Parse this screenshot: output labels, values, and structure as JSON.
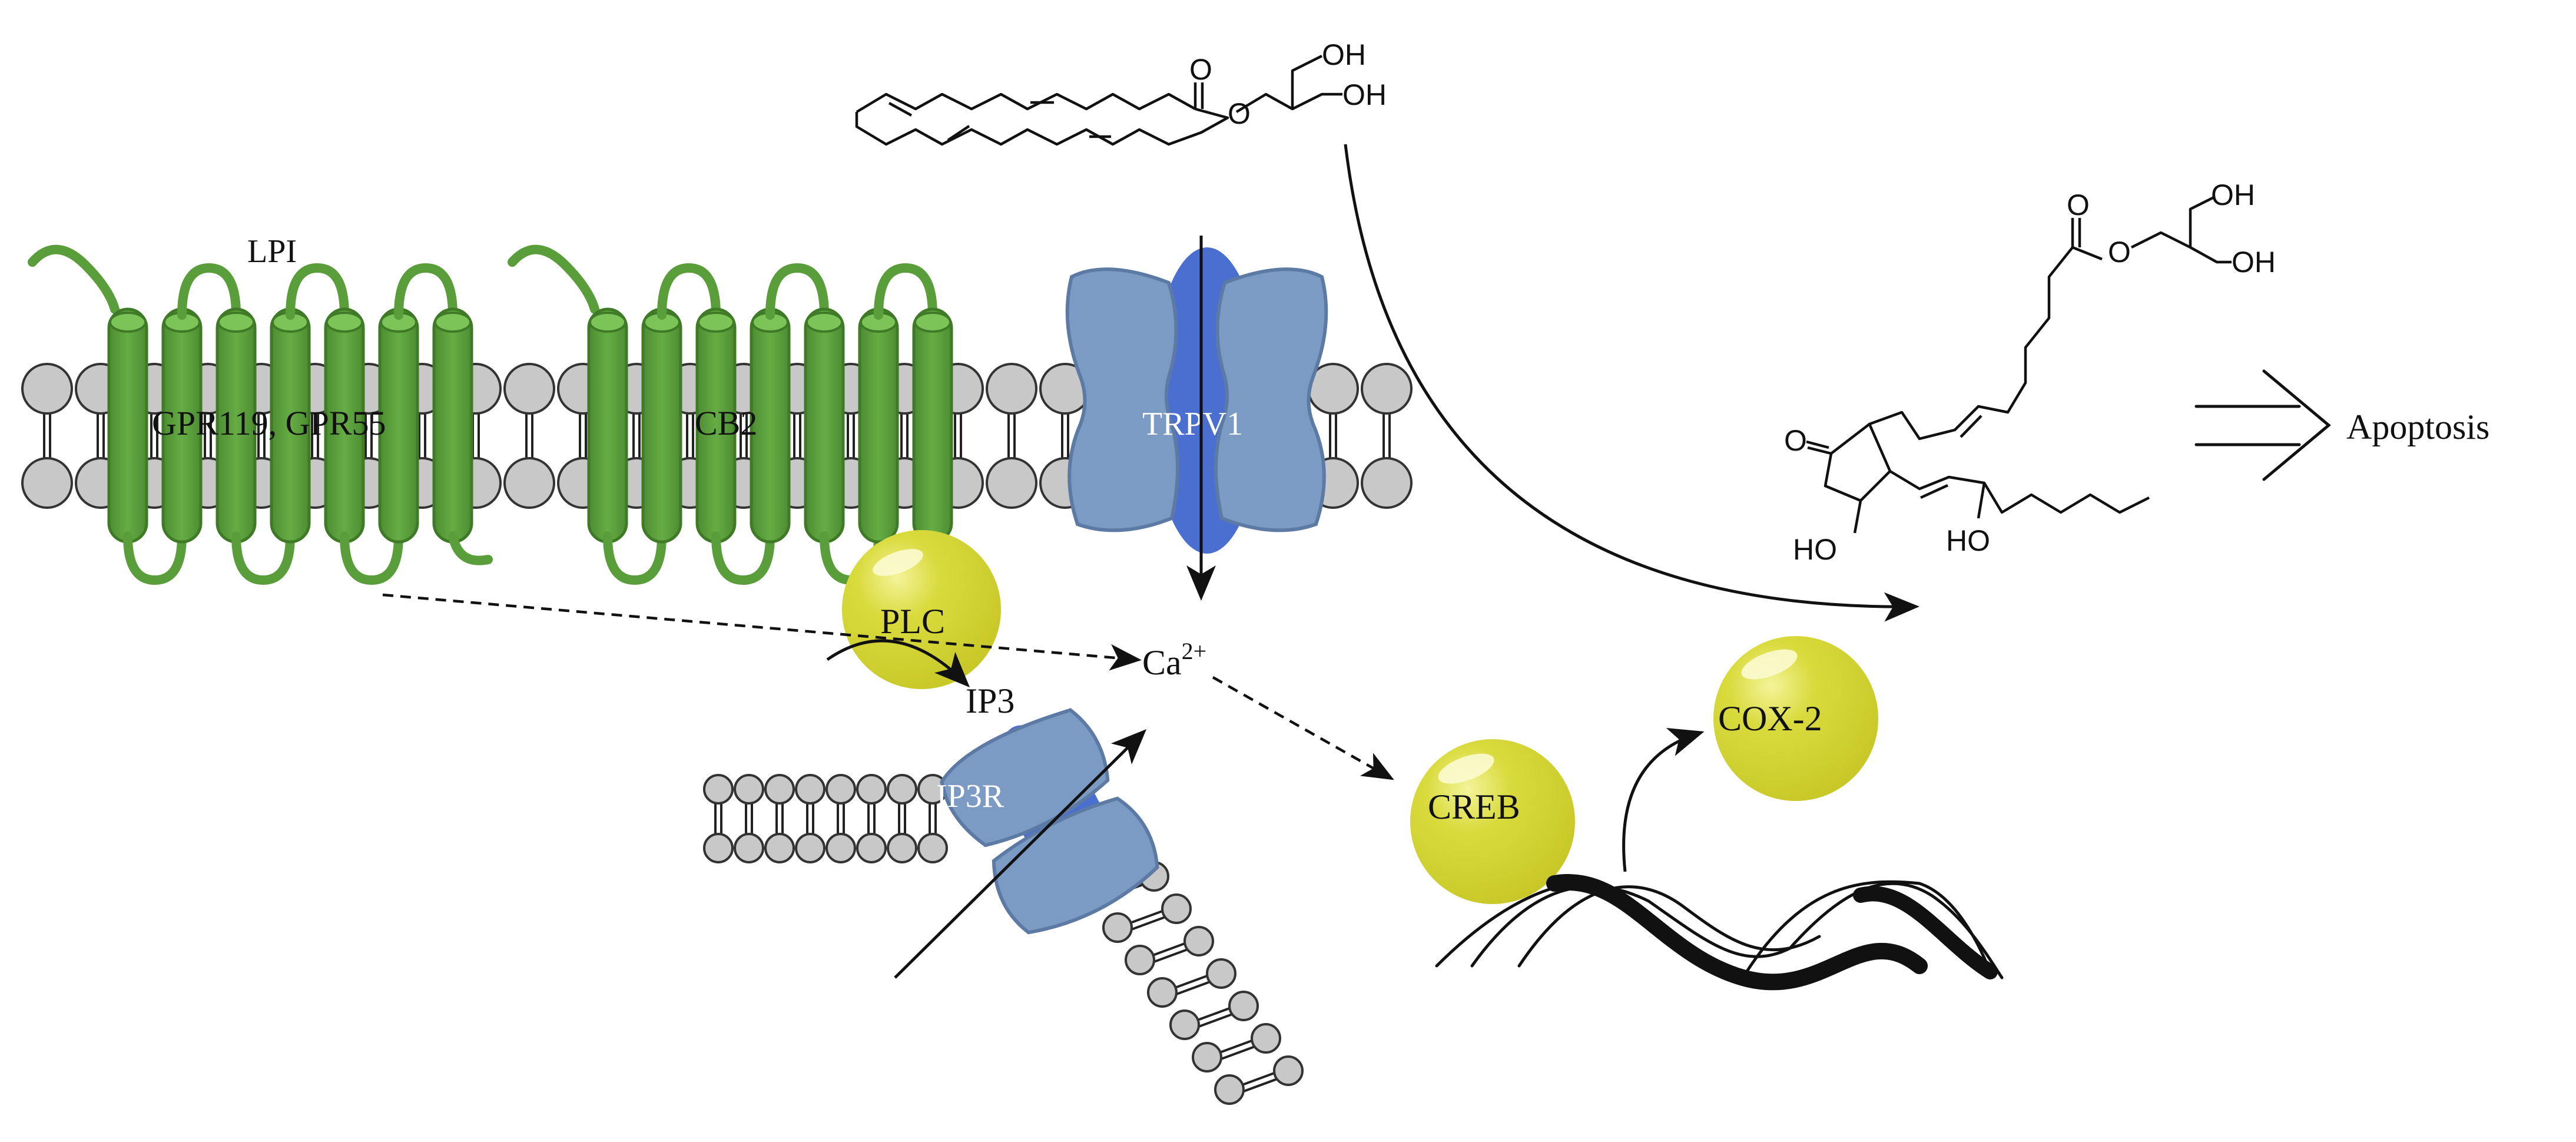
{
  "labels": {
    "lpi": "LPI",
    "gpr": "GPR119, GPR55",
    "cb2": "CB2",
    "trpv1": "TRPV1",
    "plc": "PLC",
    "ip3": "IP3",
    "ca_base": "Ca",
    "ca_sup": "2+",
    "ip3r": "IP3R",
    "creb": "CREB",
    "cox2": "COX-2",
    "apoptosis": "Apoptosis"
  },
  "chem_labels": {
    "twoag_oxo": "O",
    "twoag_ester_o": "O",
    "twoag_oh1": "OH",
    "twoag_oh2": "OH",
    "pg_oxo": "O",
    "pg_ester_o": "O",
    "pg_oh1": "OH",
    "pg_oh2": "OH",
    "pg_ring_o": "O",
    "pg_ho_ring": "HO",
    "pg_ho_chain": "HO"
  },
  "colors": {
    "receptor_green": "#5a9e3c",
    "channel_blue": "#7b9bc4",
    "channel_core": "#4a6fd0",
    "enzyme_yellow": "#d9da3c",
    "lipid_gray": "#c8c8c8",
    "line_dark": "#111111"
  },
  "icons": {
    "gpcr": "seven-helix-receptor",
    "channel": "ion-channel",
    "enzyme": "globular-protein",
    "dna": "double-helix",
    "lipid": "phospholipid-head"
  }
}
